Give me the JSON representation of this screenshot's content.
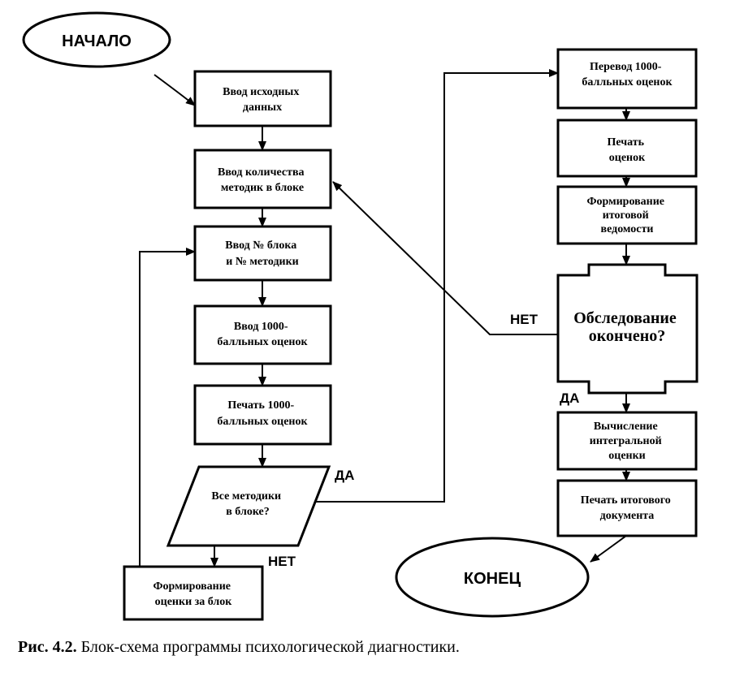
{
  "nodes": {
    "start": "НАЧАЛО",
    "input_data": [
      "Ввод исходных",
      "данных"
    ],
    "input_count": [
      "Ввод количества",
      "методик в блоке"
    ],
    "input_block": [
      "Ввод № блока",
      "и № методики"
    ],
    "input_scores": [
      "Ввод 1000-",
      "балльных оценок"
    ],
    "print_scores": [
      "Печать 1000-",
      "балльных оценок"
    ],
    "all_methods": [
      "Все методики",
      "в блоке?"
    ],
    "block_score": [
      "Формирование",
      "оценки за блок"
    ],
    "convert_scores": [
      "Перевод 1000-",
      "балльных оценок"
    ],
    "print_grades": [
      "Печать",
      "оценок"
    ],
    "final_sheet": [
      "Формирование",
      "итоговой",
      "ведомости"
    ],
    "exam_done": [
      "Обследование",
      "окончено?"
    ],
    "integral": [
      "Вычисление",
      "интегральной",
      "оценки"
    ],
    "print_final": [
      "Печать итогового",
      "документа"
    ],
    "end": "КОНЕЦ"
  },
  "branches": {
    "all_yes": "ДА",
    "all_no": "НЕТ",
    "done_no": "НЕТ",
    "done_yes": "ДА"
  },
  "caption": {
    "label": "Рис. 4.2.",
    "text": "Блок-схема программы психологической диагностики."
  }
}
